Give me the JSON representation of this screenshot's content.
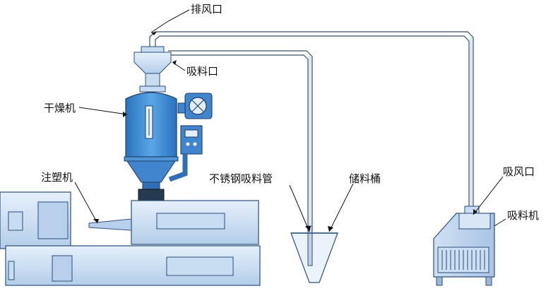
{
  "labels": {
    "exhaust_port": "排风口",
    "suction_port": "吸料口",
    "dryer": "干燥机",
    "injection_machine": "注塑机",
    "steel_pipe": "不锈钢吸料管",
    "storage_bucket": "储料桶",
    "air_suction_port": "吸风口",
    "loader": "吸料机"
  },
  "colors": {
    "body_fill": "#c8dcf2",
    "body_stroke": "#2a4f7a",
    "dryer_fill": "#3f8ed6",
    "pipe": "#bcd2ec",
    "outline": "#222222"
  }
}
